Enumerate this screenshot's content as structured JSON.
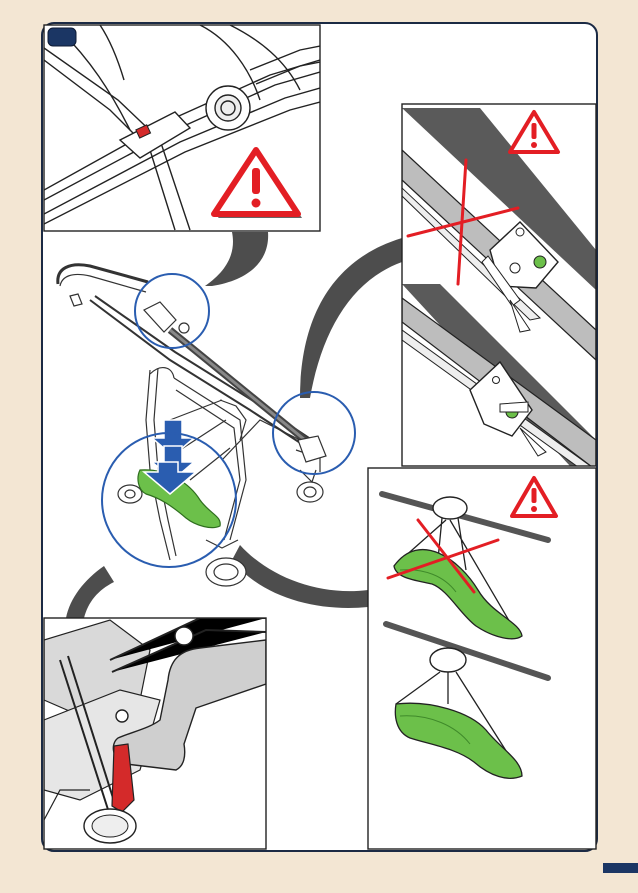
{
  "page": {
    "background": "#f3e6d3",
    "frame_color": "#1b2a44",
    "step_badge": {
      "label": "",
      "color": "#1b3664"
    },
    "page_tab_color": "#1b3664"
  },
  "colors": {
    "warning_red": "#e31e24",
    "guide_green": "#6cc04a",
    "guide_green_dark": "#3f8a2a",
    "callout_circle": "#2a5db0",
    "connector_gray": "#4d4d4d",
    "line_art": "#222222",
    "red_lever": "#d42a2a"
  },
  "panels": [
    {
      "id": "handle-lock-detail",
      "icon": "warning-triangle-icon",
      "content": "lock-indicator-closeup"
    },
    {
      "id": "fold-lock-comparison",
      "icons": [
        "warning-triangle-icon",
        "cross-mark-icon"
      ],
      "states": [
        "incorrect",
        "correct"
      ]
    },
    {
      "id": "basket-comparison",
      "icons": [
        "warning-triangle-icon",
        "cross-mark-icon"
      ],
      "states": [
        "incorrect",
        "correct"
      ]
    },
    {
      "id": "foot-brake-detail",
      "icon": "foot-press-icon",
      "content": "brake-pedal-closeup"
    }
  ],
  "center": {
    "illustration": "stroller-overview",
    "arrows": "press-down-arrows"
  }
}
